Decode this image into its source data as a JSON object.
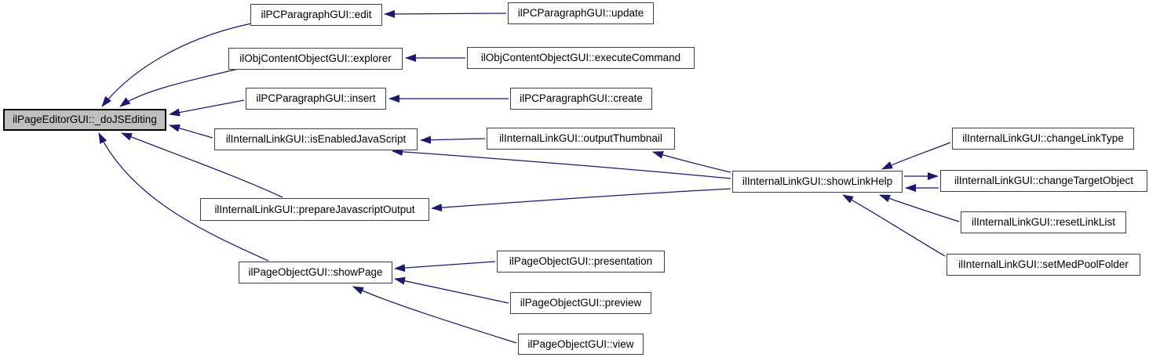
{
  "diagram": {
    "kind": "caller-graph",
    "colors": {
      "edge": "#191970",
      "node_border": "#404040",
      "node_background": "#ffffff",
      "highlight_border": "#000000",
      "highlight_background": "#bfbfbf",
      "canvas_background": "#ffffff",
      "text": "#000000"
    },
    "highlighted_node": "ilPageEditorGUI::_doJSEditing",
    "nodes": {
      "page_editor_do_js_editing": {
        "label": "ilPageEditorGUI::_doJSEditing"
      },
      "pc_paragraph_edit": {
        "label": "ilPCParagraphGUI::edit"
      },
      "obj_content_object_explorer": {
        "label": "ilObjContentObjectGUI::explorer"
      },
      "pc_paragraph_insert": {
        "label": "ilPCParagraphGUI::insert"
      },
      "internal_link_is_enabled_java_script": {
        "label": "ilInternalLinkGUI::isEnabledJavaScript"
      },
      "internal_link_prepare_javascript_output": {
        "label": "ilInternalLinkGUI::prepareJavascriptOutput"
      },
      "page_object_show_page": {
        "label": "ilPageObjectGUI::showPage"
      },
      "pc_paragraph_update": {
        "label": "ilPCParagraphGUI::update"
      },
      "obj_content_object_execute_command": {
        "label": "ilObjContentObjectGUI::executeCommand"
      },
      "pc_paragraph_create": {
        "label": "ilPCParagraphGUI::create"
      },
      "internal_link_output_thumbnail": {
        "label": "ilInternalLinkGUI::outputThumbnail"
      },
      "page_object_presentation": {
        "label": "ilPageObjectGUI::presentation"
      },
      "page_object_preview": {
        "label": "ilPageObjectGUI::preview"
      },
      "page_object_view": {
        "label": "ilPageObjectGUI::view"
      },
      "internal_link_show_link_help": {
        "label": "ilInternalLinkGUI::showLinkHelp"
      },
      "internal_link_change_link_type": {
        "label": "ilInternalLinkGUI::changeLinkType"
      },
      "internal_link_change_target_object": {
        "label": "ilInternalLinkGUI::changeTargetObject"
      },
      "internal_link_reset_link_list": {
        "label": "ilInternalLinkGUI::resetLinkList"
      },
      "internal_link_set_med_pool_folder": {
        "label": "ilInternalLinkGUI::setMedPoolFolder"
      }
    },
    "edges": [
      {
        "from": "pc_paragraph_edit",
        "to": "page_editor_do_js_editing"
      },
      {
        "from": "obj_content_object_explorer",
        "to": "page_editor_do_js_editing"
      },
      {
        "from": "pc_paragraph_insert",
        "to": "page_editor_do_js_editing"
      },
      {
        "from": "internal_link_is_enabled_java_script",
        "to": "page_editor_do_js_editing"
      },
      {
        "from": "internal_link_prepare_javascript_output",
        "to": "page_editor_do_js_editing"
      },
      {
        "from": "page_object_show_page",
        "to": "page_editor_do_js_editing"
      },
      {
        "from": "pc_paragraph_update",
        "to": "pc_paragraph_edit"
      },
      {
        "from": "obj_content_object_execute_command",
        "to": "obj_content_object_explorer"
      },
      {
        "from": "pc_paragraph_create",
        "to": "pc_paragraph_insert"
      },
      {
        "from": "internal_link_output_thumbnail",
        "to": "internal_link_is_enabled_java_script"
      },
      {
        "from": "internal_link_show_link_help",
        "to": "internal_link_is_enabled_java_script"
      },
      {
        "from": "internal_link_show_link_help",
        "to": "internal_link_output_thumbnail"
      },
      {
        "from": "internal_link_show_link_help",
        "to": "internal_link_prepare_javascript_output"
      },
      {
        "from": "page_object_presentation",
        "to": "page_object_show_page"
      },
      {
        "from": "page_object_preview",
        "to": "page_object_show_page"
      },
      {
        "from": "page_object_view",
        "to": "page_object_show_page"
      },
      {
        "from": "internal_link_change_link_type",
        "to": "internal_link_show_link_help"
      },
      {
        "from": "internal_link_show_link_help",
        "to": "internal_link_change_target_object"
      },
      {
        "from": "internal_link_change_target_object",
        "to": "internal_link_show_link_help"
      },
      {
        "from": "internal_link_reset_link_list",
        "to": "internal_link_show_link_help"
      },
      {
        "from": "internal_link_set_med_pool_folder",
        "to": "internal_link_show_link_help"
      }
    ]
  }
}
